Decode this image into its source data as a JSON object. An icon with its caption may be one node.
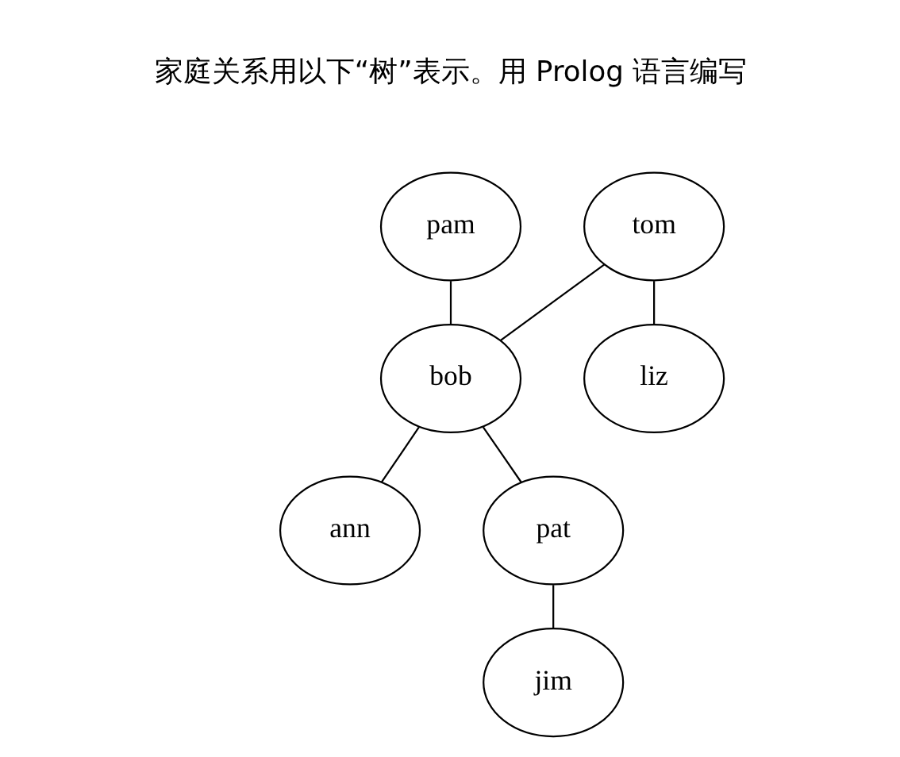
{
  "diagram": {
    "nodes": [
      {
        "text": [
          "pam"
        ]
      },
      {
        "text": [
          "tom"
        ]
      },
      {
        "text": [
          "bob"
        ]
      },
      {
        "text": [
          "liz"
        ]
      },
      {
        "text": [
          "ann"
        ]
      },
      {
        "text": [
          "pat"
        ]
      },
      {
        "text": [
          "jim"
        ]
      }
    ],
    "edges": [
      {
        "from": 0,
        "to": 2,
        "arrow": "none"
      },
      {
        "from": 1,
        "to": 2,
        "arrow": "none"
      },
      {
        "from": 1,
        "to": 3,
        "arrow": "none"
      },
      {
        "from": 2,
        "to": 4,
        "arrow": "none"
      },
      {
        "from": 2,
        "to": 5,
        "arrow": "none"
      },
      {
        "from": 5,
        "to": 6,
        "arrow": "none"
      }
    ],
    "labels": [
      "家庭关系用以下“树”表示。用 Prolog 语言编写"
    ]
  }
}
